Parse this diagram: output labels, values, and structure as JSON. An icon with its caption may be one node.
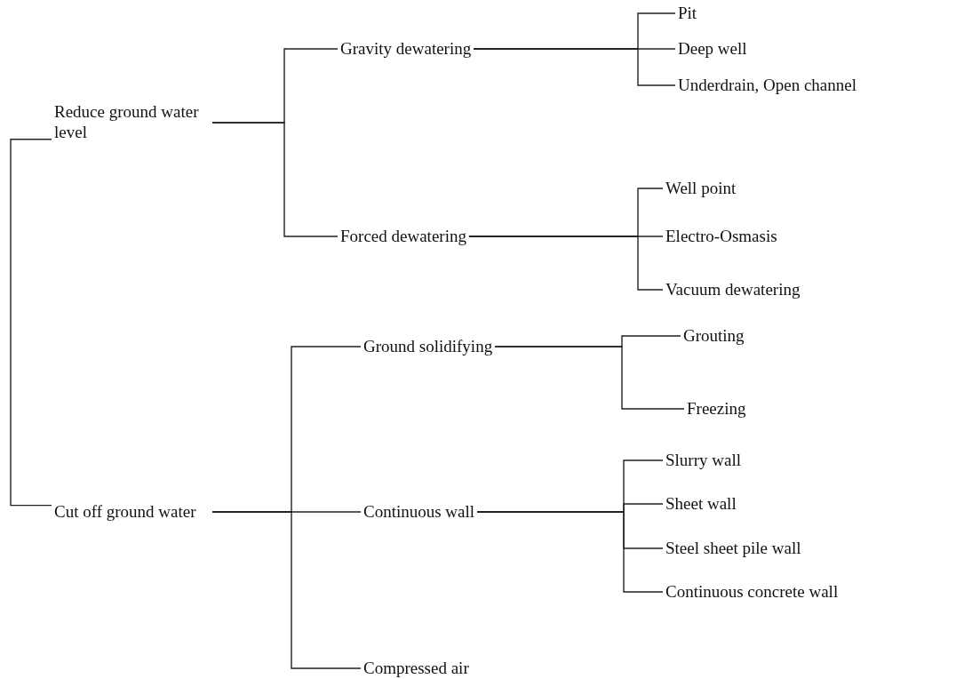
{
  "diagram": {
    "nodes": [
      {
        "text": [
          "Reduce ground water level"
        ]
      },
      {
        "text": [
          "Gravity dewatering"
        ]
      },
      {
        "text": [
          "Pit"
        ]
      },
      {
        "text": [
          "Deep well"
        ]
      },
      {
        "text": [
          "Underdrain, Open channel"
        ]
      },
      {
        "text": [
          "Forced dewatering"
        ]
      },
      {
        "text": [
          "Well point"
        ]
      },
      {
        "text": [
          "Electro-Osmasis"
        ]
      },
      {
        "text": [
          "Vacuum dewatering"
        ]
      },
      {
        "text": [
          "Cut off ground water"
        ]
      },
      {
        "text": [
          "Ground solidifying"
        ]
      },
      {
        "text": [
          "Grouting"
        ]
      },
      {
        "text": [
          "Freezing"
        ]
      },
      {
        "text": [
          "Continuous wall"
        ]
      },
      {
        "text": [
          "Slurry wall"
        ]
      },
      {
        "text": [
          "Sheet wall"
        ]
      },
      {
        "text": [
          "Steel sheet pile wall"
        ]
      },
      {
        "text": [
          "Continuous concrete wall"
        ]
      },
      {
        "text": [
          "Compressed air"
        ]
      }
    ],
    "edges": [
      {
        "from": 0,
        "to": 9,
        "arrow": "none"
      },
      {
        "from": 0,
        "to": 1,
        "arrow": "none"
      },
      {
        "from": 0,
        "to": 5,
        "arrow": "none"
      },
      {
        "from": 1,
        "to": 2,
        "arrow": "none"
      },
      {
        "from": 1,
        "to": 3,
        "arrow": "none"
      },
      {
        "from": 1,
        "to": 4,
        "arrow": "none"
      },
      {
        "from": 5,
        "to": 6,
        "arrow": "none"
      },
      {
        "from": 5,
        "to": 7,
        "arrow": "none"
      },
      {
        "from": 5,
        "to": 8,
        "arrow": "none"
      },
      {
        "from": 9,
        "to": 10,
        "arrow": "none"
      },
      {
        "from": 9,
        "to": 13,
        "arrow": "none"
      },
      {
        "from": 9,
        "to": 18,
        "arrow": "none"
      },
      {
        "from": 10,
        "to": 11,
        "arrow": "none"
      },
      {
        "from": 10,
        "to": 12,
        "arrow": "none"
      },
      {
        "from": 13,
        "to": 14,
        "arrow": "none"
      },
      {
        "from": 13,
        "to": 15,
        "arrow": "none"
      },
      {
        "from": 13,
        "to": 16,
        "arrow": "none"
      },
      {
        "from": 13,
        "to": 17,
        "arrow": "none"
      }
    ]
  }
}
